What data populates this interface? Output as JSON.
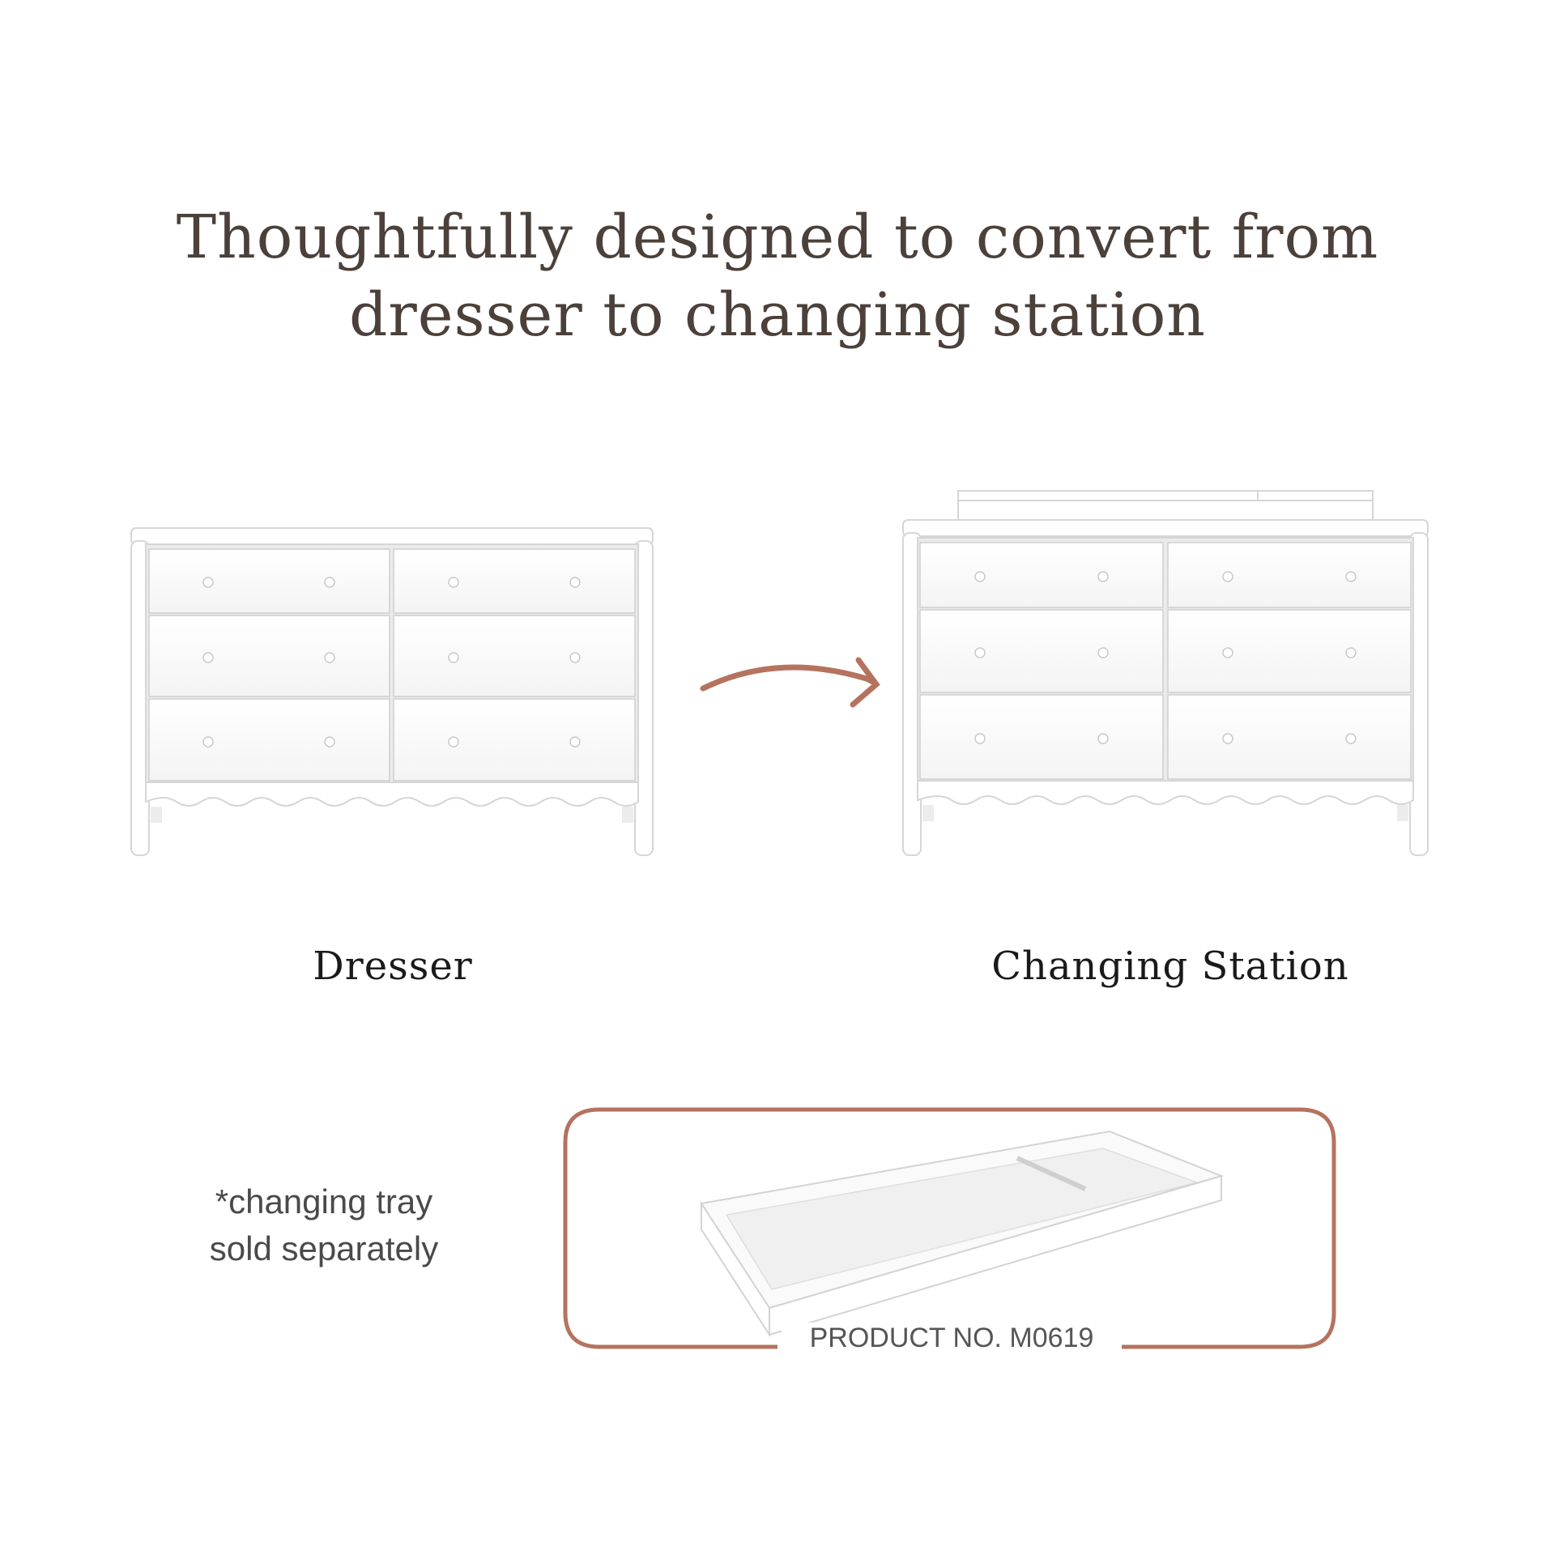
{
  "headline": {
    "line1": "Thoughtfully designed to convert from",
    "line2": "dresser to changing station"
  },
  "labels": {
    "dresser": "Dresser",
    "changing_station": "Changing Station"
  },
  "note": {
    "line1": "*changing tray",
    "line2": "sold separately"
  },
  "product": {
    "number_label": "PRODUCT NO. M0619"
  },
  "colors": {
    "accent": "#b5735f",
    "headline": "#4b403a",
    "furniture": "#ffffff",
    "furniture_outline": "#d8d8d8"
  }
}
